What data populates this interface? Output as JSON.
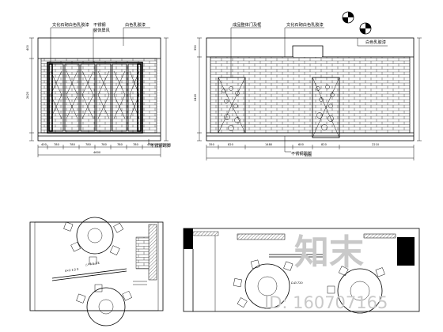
{
  "elev1": {
    "label_a": "文化石砌白色乳胶漆",
    "label_b": "不锈钢",
    "label_b2": "装饰屏风",
    "label_c": "白色乳胶漆",
    "label_d": "不锈钢踢脚"
  },
  "elev2": {
    "label_a": "成品整体门及框",
    "label_b": "文化石砌白色乳胶漆",
    "label_c": "白色乳胶漆",
    "label_d": "不锈钢踢脚"
  },
  "watermark": {
    "logo_text": "知末",
    "id_text": "ID: 160707165"
  }
}
